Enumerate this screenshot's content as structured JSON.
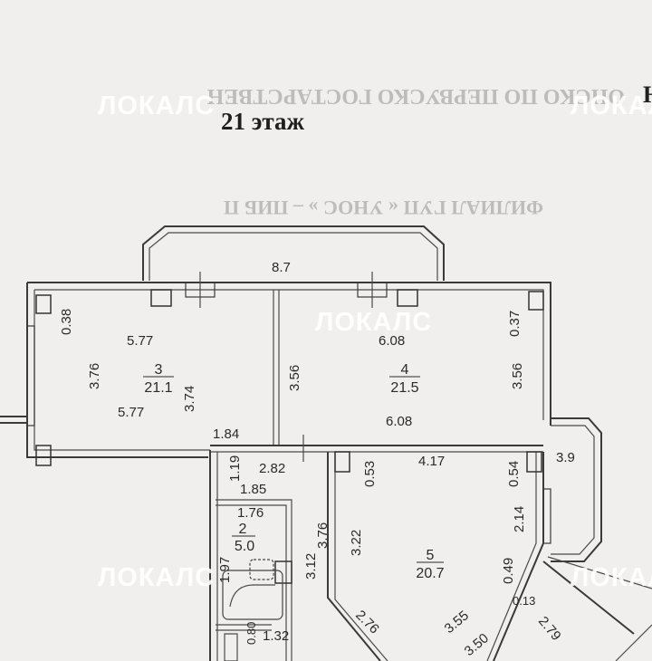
{
  "floor_title": "21 этаж",
  "corner_mark": "Н",
  "watermark": "ЛОКАЛС",
  "ghost_lines": [
    "ОНСКО ПО ПЕРВУСКО ГОСТАРСТВЕН",
    "ФИЛИАЛ ГУП « УНОС » – ПИБ П"
  ],
  "dimensions": {
    "balcony_top": "8.7",
    "room3_left": "0.38",
    "room3_top_width": "5.77",
    "room3_bottom_width": "5.77",
    "room3_left_height": "3.76",
    "room3_right_height": "3.74",
    "room4_top_width": "6.08",
    "room4_bottom_width": "6.08",
    "room4_left_height": "3.56",
    "room4_right_height": "3.56",
    "room4_right_offset": "0.37",
    "corridor_top": "1.84",
    "corridor_width": "2.82",
    "corridor_left": "1.19",
    "bath_top": "1.85",
    "bath_inner": "1.76",
    "bath_left": "1.97",
    "bath_right": "3.12",
    "corridor_height": "3.76",
    "room5_left": "3.22",
    "room5_top_offset": "0.53",
    "room5_top_width": "4.17",
    "room5_right_offset": "0.54",
    "balcony_right": "3.9",
    "room5_window": "2.14",
    "room5_lower": "0.49",
    "room5_corner": "0.13",
    "diag_a": "2.76",
    "diag_b": "3.55",
    "diag_c": "3.50",
    "diag_d": "2.79",
    "wc_a": "0.80",
    "wc_b": "1.32"
  },
  "rooms": [
    {
      "number": "3",
      "area": "21.1"
    },
    {
      "number": "4",
      "area": "21.5"
    },
    {
      "number": "2",
      "area": "5.0"
    },
    {
      "number": "5",
      "area": "20.7"
    }
  ]
}
